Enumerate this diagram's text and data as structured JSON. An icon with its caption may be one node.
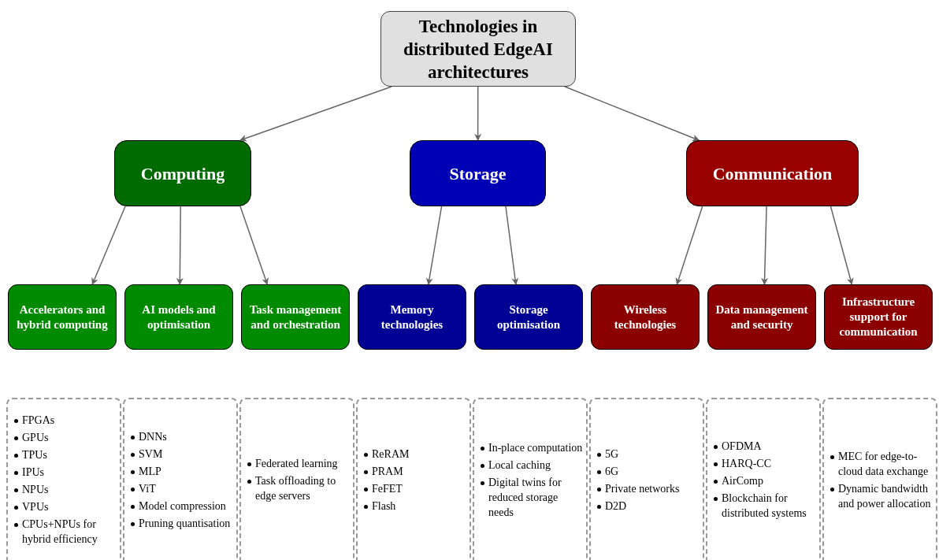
{
  "diagram": {
    "nodes": [
      {
        "text": [
          "Technologies in distributed EdgeAI architectures"
        ]
      },
      {
        "text": [
          "Computing"
        ]
      },
      {
        "text": [
          "Storage"
        ]
      },
      {
        "text": [
          "Communication"
        ]
      },
      {
        "text": [
          "Accelerators and hybrid computing"
        ]
      },
      {
        "text": [
          "AI models and optimisation"
        ]
      },
      {
        "text": [
          "Task management and orchestration"
        ]
      },
      {
        "text": [
          "Memory technologies"
        ]
      },
      {
        "text": [
          "Storage optimisation"
        ]
      },
      {
        "text": [
          "Wireless technologies"
        ]
      },
      {
        "text": [
          "Data management and security"
        ]
      },
      {
        "text": [
          "Infrastructure support for communication"
        ]
      },
      {
        "text": [
          "FPGAs",
          "GPUs",
          "TPUs",
          "IPUs",
          "NPUs",
          "VPUs",
          "CPUs+NPUs for hybrid efficiency"
        ]
      },
      {
        "text": [
          "DNNs",
          "SVM",
          "MLP",
          "ViT",
          "Model compression",
          "Pruning quantisation"
        ]
      },
      {
        "text": [
          "Federated learning",
          "Task offloading to edge servers"
        ]
      },
      {
        "text": [
          "ReRAM",
          "PRAM",
          "FeFET",
          "Flash"
        ]
      },
      {
        "text": [
          "In-place computation",
          "Local caching",
          "Digital twins for reduced storage needs"
        ]
      },
      {
        "text": [
          "5G",
          "6G",
          "Private networks",
          "D2D"
        ]
      },
      {
        "text": [
          "OFDMA",
          "HARQ-CC",
          "AirComp",
          "Blockchain for distributed systems"
        ]
      },
      {
        "text": [
          "MEC for edge-to-cloud data exchange",
          "Dynamic bandwidth and power allocation"
        ]
      }
    ],
    "edges": [
      {
        "from": 0,
        "to": 1,
        "arrow": "to"
      },
      {
        "from": 0,
        "to": 2,
        "arrow": "to"
      },
      {
        "from": 0,
        "to": 3,
        "arrow": "to"
      },
      {
        "from": 1,
        "to": 4,
        "arrow": "to"
      },
      {
        "from": 1,
        "to": 5,
        "arrow": "to"
      },
      {
        "from": 1,
        "to": 6,
        "arrow": "to"
      },
      {
        "from": 2,
        "to": 7,
        "arrow": "to"
      },
      {
        "from": 2,
        "to": 8,
        "arrow": "to"
      },
      {
        "from": 3,
        "to": 9,
        "arrow": "to"
      },
      {
        "from": 3,
        "to": 10,
        "arrow": "to"
      },
      {
        "from": 3,
        "to": 11,
        "arrow": "to"
      }
    ]
  }
}
